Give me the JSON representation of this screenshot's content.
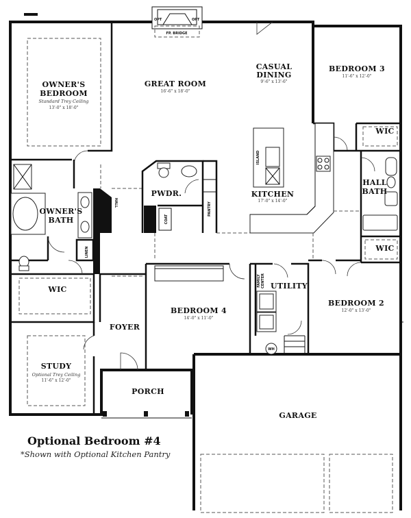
{
  "rooms": {
    "owners_bedroom": {
      "name_l1": "OWNER'S",
      "name_l2": "BEDROOM",
      "note": "Standard Trey Ceiling",
      "dim": "13'-0\" x 18'-0\""
    },
    "great_room": {
      "name": "GREAT ROOM",
      "dim": "16'-6\" x 18'-0\""
    },
    "casual_dining": {
      "name_l1": "CASUAL",
      "name_l2": "DINING",
      "dim": "9'-6\" x 13'-6\""
    },
    "bedroom3": {
      "name": "BEDROOM 3",
      "dim": "11'-6\" x 12'-0\""
    },
    "wic_bed3": {
      "name": "WIC"
    },
    "hall_bath": {
      "name_l1": "HALL",
      "name_l2": "BATH"
    },
    "wic_bed2": {
      "name": "WIC"
    },
    "owners_bath": {
      "name_l1": "OWNER'S",
      "name_l2": "BATH"
    },
    "linen": {
      "name": "LINEN"
    },
    "pwdr": {
      "name": "PWDR."
    },
    "coat": {
      "name": "COAT"
    },
    "pantry": {
      "name": "PANTRY"
    },
    "kitchen": {
      "name": "KITCHEN",
      "dim": "17'-0\" x 14'-0\""
    },
    "island_label": {
      "name": "ISLAND"
    },
    "wic_owner": {
      "name": "WIC"
    },
    "bedroom4": {
      "name": "BEDROOM 4",
      "dim": "14'-0\" x 11'-0\""
    },
    "utility": {
      "name": "UTILITY"
    },
    "family_center": {
      "name_l1": "FAMILY",
      "name_l2": "CENTER"
    },
    "bedroom2": {
      "name": "BEDROOM 2",
      "dim": "12'-0\" x 13'-0\""
    },
    "foyer": {
      "name": "FOYER"
    },
    "study": {
      "name": "STUDY",
      "note": "Optional Trey Ceiling",
      "dim": "11'-6\" x 12'-0\""
    },
    "porch": {
      "name": "PORCH"
    },
    "garage": {
      "name": "GARAGE"
    },
    "fireplace": {
      "name": "FP. BRIDGE",
      "opt_l": "OPT",
      "opt_r": "OPT"
    },
    "water_heater": {
      "name": "WH"
    },
    "hall_label": {
      "name": "HALL"
    }
  },
  "caption": {
    "title": "Optional Bedroom #4",
    "subtitle": "*Shown with Optional Kitchen Pantry"
  }
}
